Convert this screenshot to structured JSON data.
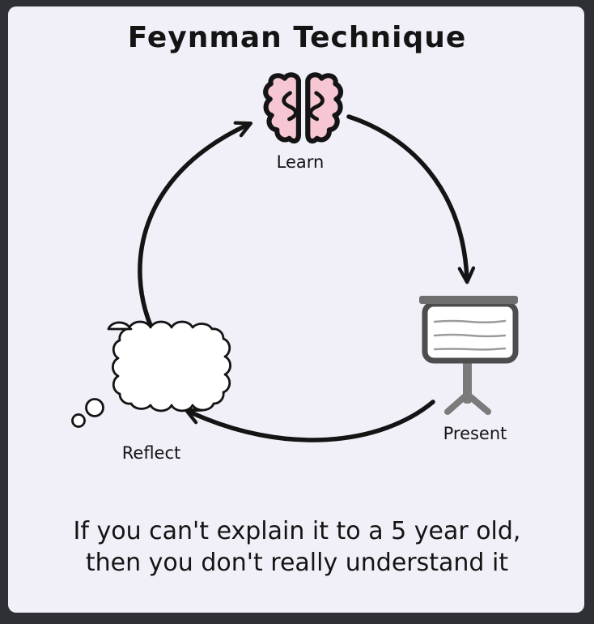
{
  "title": "Feynman Technique",
  "diagram": {
    "type": "cycle",
    "nodes": [
      {
        "id": "learn",
        "label": "Learn",
        "icon": "brain-icon"
      },
      {
        "id": "present",
        "label": "Present",
        "icon": "presentation-board-icon"
      },
      {
        "id": "reflect",
        "label": "Reflect",
        "icon": "thought-cloud-icon"
      }
    ],
    "edges": [
      {
        "from": "reflect",
        "to": "learn"
      },
      {
        "from": "learn",
        "to": "present"
      },
      {
        "from": "present",
        "to": "reflect"
      }
    ]
  },
  "quote": {
    "line1": "If you can't explain it to a 5 year old,",
    "line2": "then you don't really understand it"
  },
  "colors": {
    "frame": "#2f3035",
    "background": "#f1f0f9",
    "ink": "#141414",
    "brain_pink": "#f6c7d3",
    "cloud_white": "#ffffff",
    "board_bar_gray": "#6e6e6e",
    "board_frame_gray": "#4d4d4d",
    "board_line_gray": "#9b9b9b",
    "stand_gray": "#7b7b7b"
  }
}
